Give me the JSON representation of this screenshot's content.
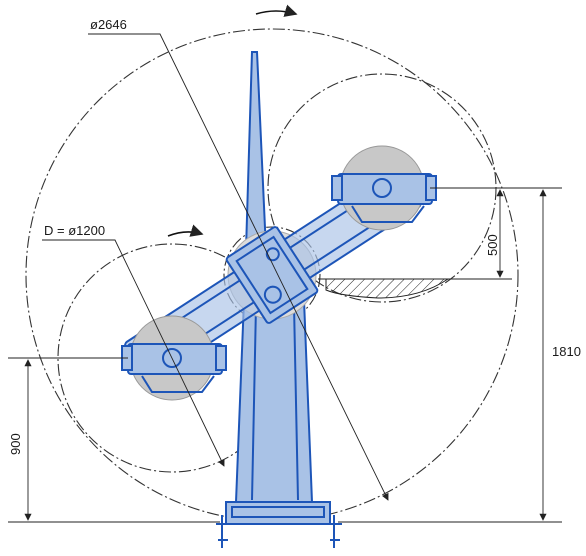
{
  "dimensions": {
    "outer_diameter": "ø2646",
    "disc_diameter": "D = ø1200",
    "offset": "500",
    "total_height": "1810",
    "lower_height": "900"
  },
  "colors": {
    "machine_fill": "#a9c2e6",
    "machine_stroke": "#1d55b8",
    "disc": "#c8c8c8",
    "line": "#222222"
  },
  "icons": {
    "rotation_arrow_top": "curved-arrow-right-icon",
    "rotation_arrow_mid": "curved-arrow-right-icon"
  }
}
